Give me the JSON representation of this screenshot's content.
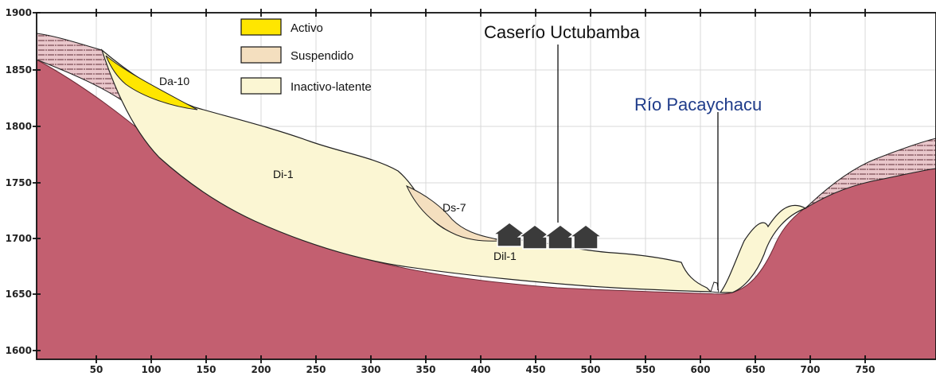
{
  "chart_data": {
    "type": "diagram",
    "x_ticks": [
      "50",
      "100",
      "150",
      "200",
      "250",
      "300",
      "350",
      "400",
      "450",
      "500",
      "550",
      "600",
      "650",
      "700",
      "750"
    ],
    "y_ticks": [
      "1900",
      "1850",
      "1800",
      "1750",
      "1700",
      "1650",
      "1600"
    ],
    "xlim": [
      0,
      800
    ],
    "ylim": [
      1595,
      1902
    ],
    "legend": [
      {
        "label": "Activo",
        "color": "#ffe600"
      },
      {
        "label": "Suspendido",
        "color": "#f4dfbf"
      },
      {
        "label": "Inactivo-latente",
        "color": "#fbf6d3"
      }
    ],
    "units": [
      "Da-10",
      "Di-1",
      "Ds-7",
      "Dil-1"
    ],
    "places": [
      "Caserío Uctubamba",
      "Río Pacaychacu"
    ],
    "colors": {
      "bedrock": "#c35f70",
      "colluvium_hatch": "#e8c4c8",
      "grid": "#d8d8d8",
      "place_dark": "#111111",
      "place_river": "#1f3c8a"
    }
  }
}
